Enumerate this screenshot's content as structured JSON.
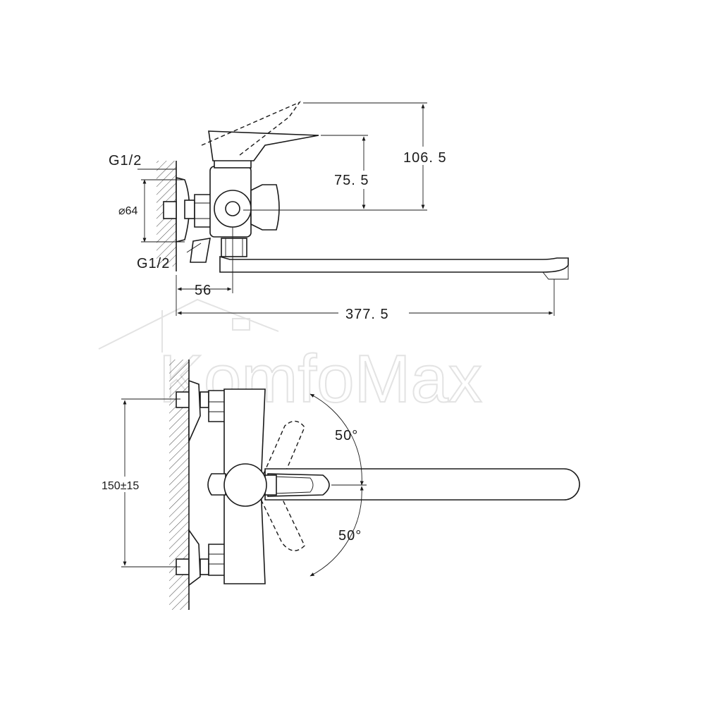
{
  "side_view": {
    "thread_top": "G1/2",
    "diameter": "⌀64",
    "thread_bottom": "G1/2",
    "depth_56": "56",
    "height_75_5": "75. 5",
    "height_106_5": "106. 5",
    "length_377_5": "377. 5"
  },
  "top_view": {
    "spacing": "150±15",
    "angle_upper": "50°",
    "angle_lower": "50°"
  },
  "watermark": {
    "text": "KomfoMax"
  }
}
